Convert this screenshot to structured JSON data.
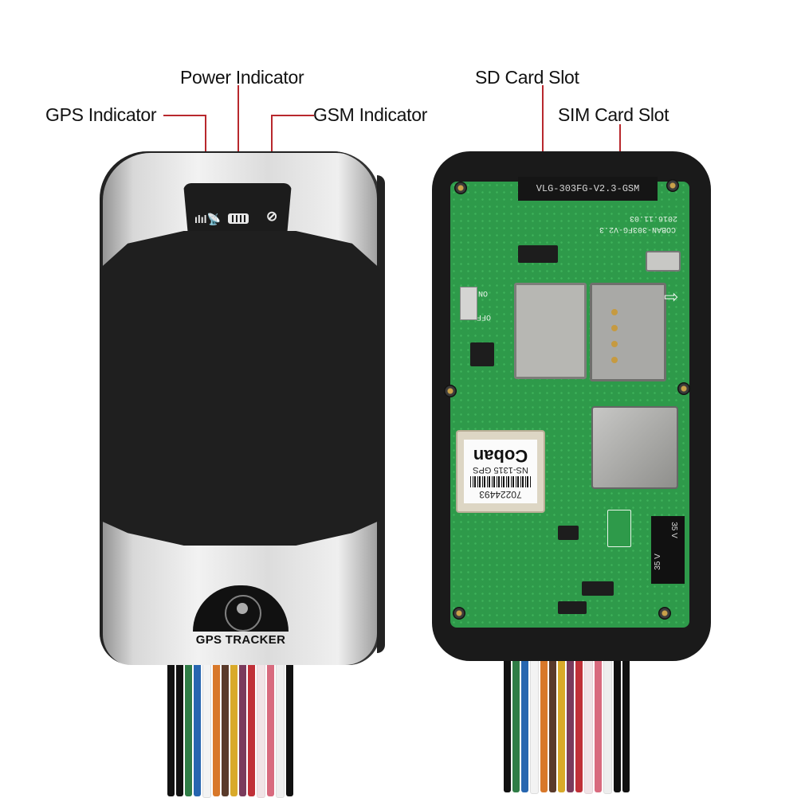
{
  "callouts": {
    "left": [
      {
        "id": "gps",
        "label": "GPS Indicator"
      },
      {
        "id": "power",
        "label": "Power Indicator"
      },
      {
        "id": "gsm",
        "label": "GSM Indicator"
      }
    ],
    "right": [
      {
        "id": "sd",
        "label": "SD Card Slot"
      },
      {
        "id": "sim",
        "label": "SIM Card Slot"
      }
    ],
    "leader_color": "#b8282d"
  },
  "device_front": {
    "led_icons": [
      "signal-antenna-icon",
      "battery-icon",
      "satellite-icon"
    ],
    "logo_text": "GPS TRACKER",
    "casing_color": "#d8d8d8",
    "rubber_color": "#1f1f1f"
  },
  "device_back": {
    "board_header": "VLG-303FG-V2.3-GSM",
    "silkscreen_model": "COBAN-303FG-V2.3",
    "silkscreen_date": "2016.11.03",
    "switch_on": "ON",
    "switch_off": "OFF",
    "gps_module": {
      "serial": "70224493",
      "model": "NS-1315 GPS",
      "brand": "Coban"
    },
    "capacitor_rating": "35 V",
    "pcb_color": "#2e9a4a"
  },
  "wires": {
    "colors": [
      "#111111",
      "#111111",
      "#2f7d46",
      "#2766b0",
      "#f3f3f3",
      "#d8782a",
      "#5a3a2a",
      "#d9aa2a",
      "#7a3b5c",
      "#c03038",
      "#f1e3e6",
      "#f6f6f6",
      "#d86a7e",
      "#eeeeee",
      "#111111"
    ]
  }
}
